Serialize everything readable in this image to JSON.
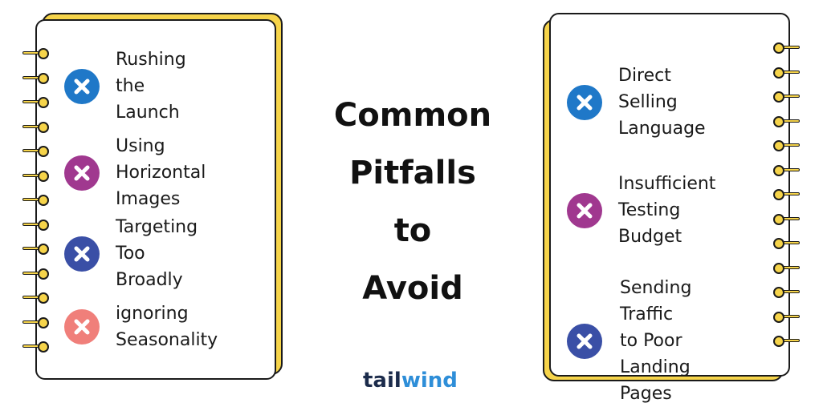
{
  "title": {
    "line1": "Common",
    "line2": "Pitfalls",
    "line3": "to",
    "line4": "Avoid"
  },
  "logo": {
    "part1": "tail",
    "part2": "wind"
  },
  "left_notebook": {
    "items": [
      {
        "label": "Rushing\nthe Launch",
        "icon": "x-circle-icon",
        "color": "#1f78c8"
      },
      {
        "label": "Using Horizontal\nImages",
        "icon": "x-circle-icon",
        "color": "#a0388f"
      },
      {
        "label": "Targeting Too\nBroadly",
        "icon": "x-circle-icon",
        "color": "#3a4fa6"
      },
      {
        "label": "ignoring\nSeasonality",
        "icon": "x-circle-icon",
        "color": "#f07f7a"
      }
    ]
  },
  "right_notebook": {
    "items": [
      {
        "label": "Direct Selling\nLanguage",
        "icon": "x-circle-icon",
        "color": "#1f78c8"
      },
      {
        "label": "Insufficient\nTesting Budget",
        "icon": "x-circle-icon",
        "color": "#a0388f"
      },
      {
        "label": "Sending Traffic\nto Poor Landing\nPages",
        "icon": "x-circle-icon",
        "color": "#3a4fa6"
      }
    ]
  }
}
